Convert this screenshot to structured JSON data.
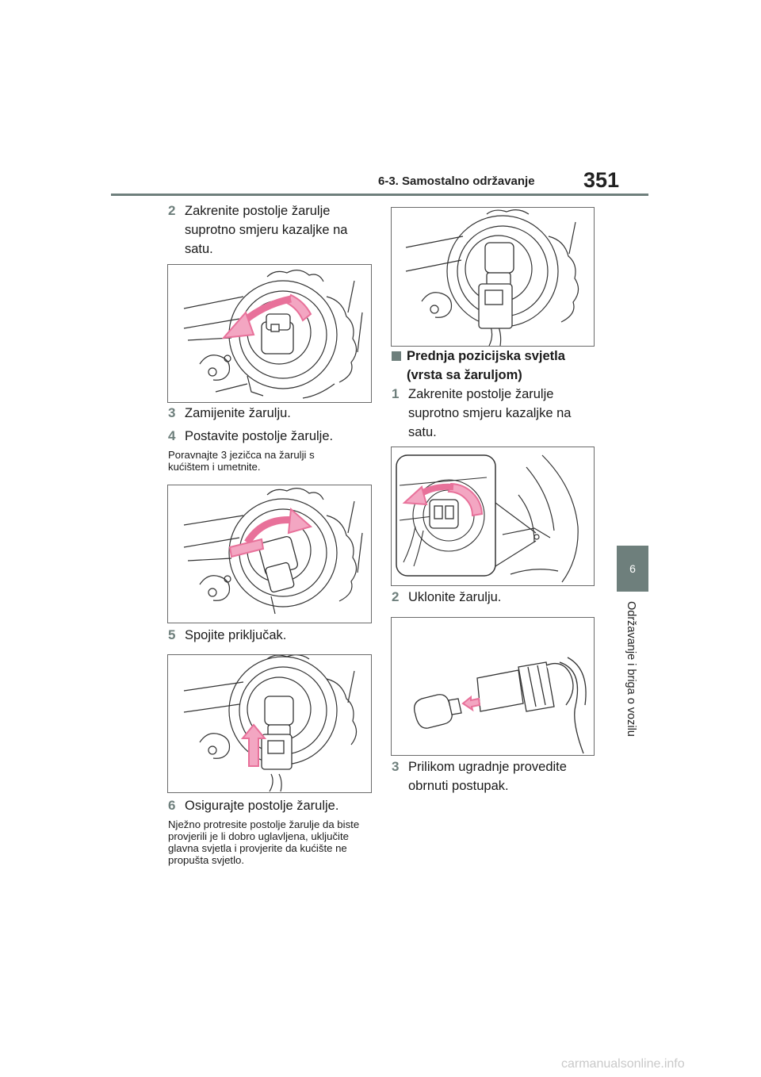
{
  "header": {
    "section": "6-3. Samostalno održavanje",
    "page_number": "351"
  },
  "side_tab": {
    "chapter": "6",
    "label": "Održavanje i briga o vozilu"
  },
  "left_column": {
    "step2": {
      "num": "2",
      "text": "Zakrenite postolje žarulje suprotno smjeru kazaljke na satu."
    },
    "step3": {
      "num": "3",
      "text": "Zamijenite žarulju."
    },
    "step4": {
      "num": "4",
      "text": "Postavite postolje žarulje."
    },
    "note4": "Poravnajte 3 jezičca na žarulji s kućištem i umetnite.",
    "step5": {
      "num": "5",
      "text": "Spojite priključak."
    },
    "step6": {
      "num": "6",
      "text": "Osigurajte postolje žarulje."
    },
    "note6": "Nježno protresite postolje žarulje da biste provjerili je li dobro uglavljena, uključite glavna svjetla i provjerite da kućište ne propušta svjetlo."
  },
  "right_column": {
    "subheading": "Prednja pozicijska svjetla (vrsta sa žaruljom)",
    "step1": {
      "num": "1",
      "text": "Zakrenite postolje žarulje suprotno smjeru kazaljke na satu."
    },
    "step2": {
      "num": "2",
      "text": "Uklonite žarulju."
    },
    "step3": {
      "num": "3",
      "text": "Prilikom ugradnje provedite obrnuti postupak."
    }
  },
  "colors": {
    "accent": "#6e7f7c",
    "arrow": "#e8719a",
    "arrow_fill": "#f3a6c2"
  },
  "watermark": "carmanualsonline.info"
}
